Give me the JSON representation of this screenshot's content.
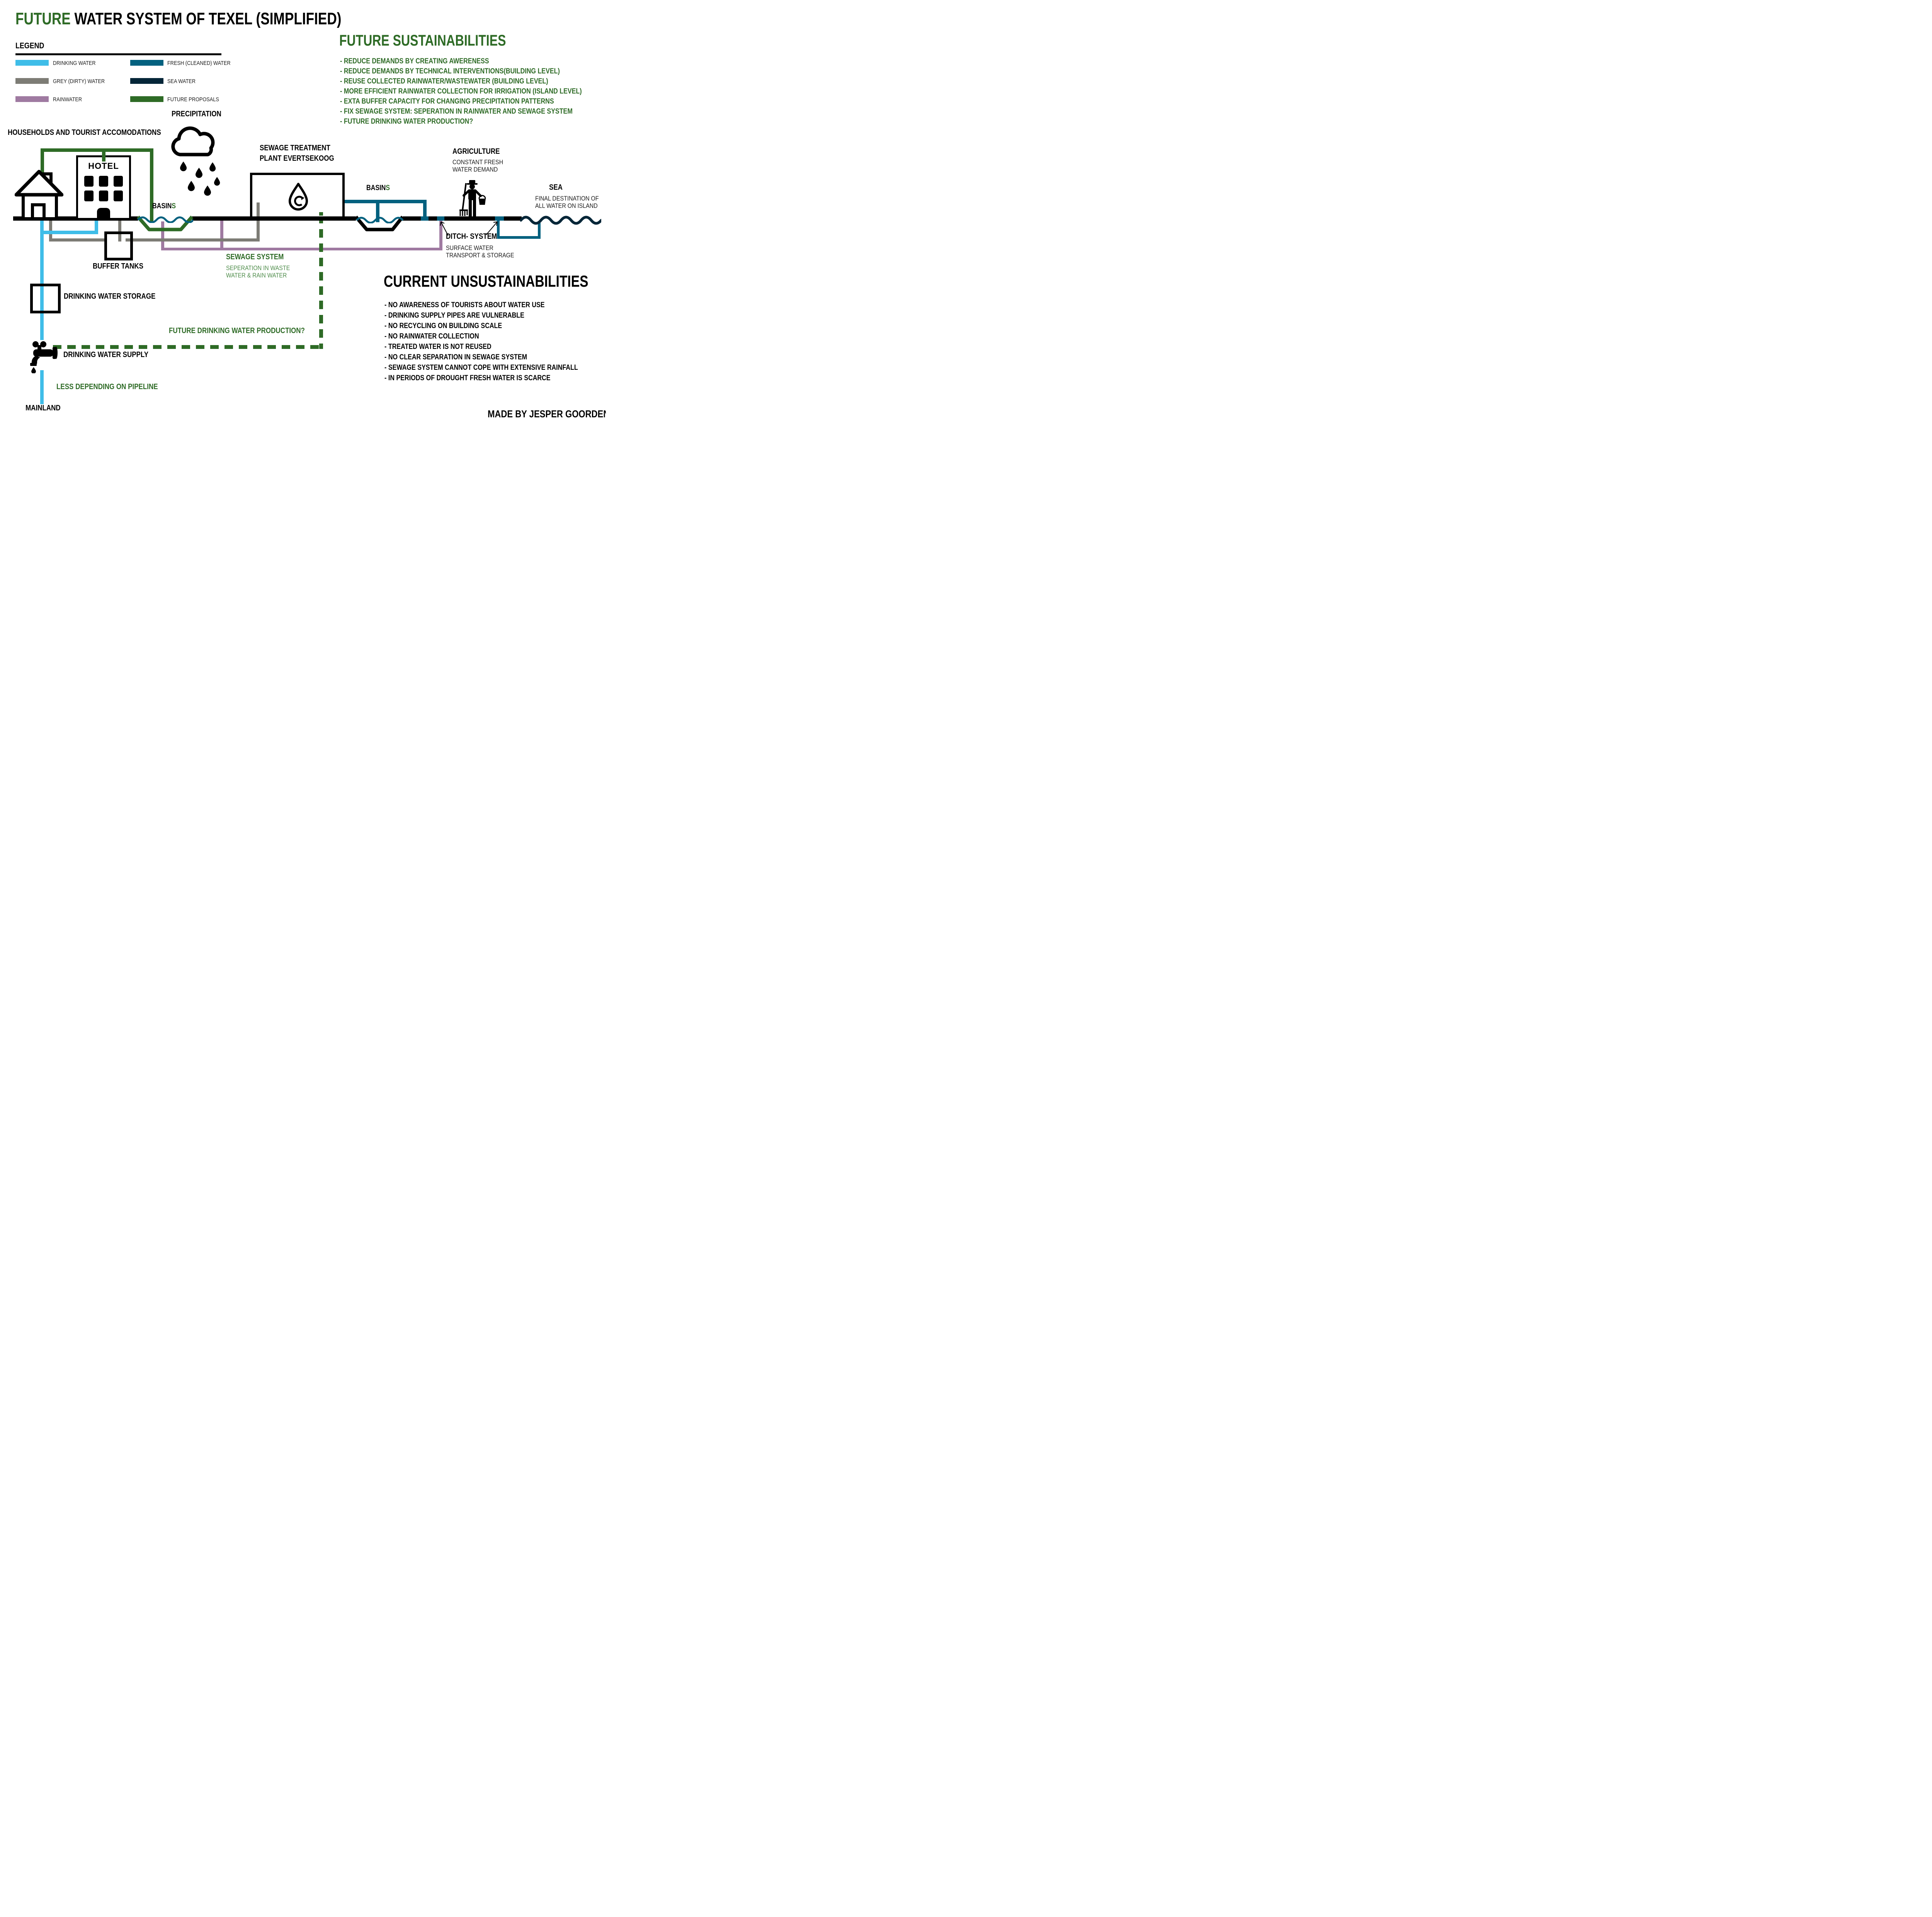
{
  "title": {
    "highlight": "FUTURE",
    "rest": " WATER SYSTEM OF TEXEL (SIMPLIFIED)"
  },
  "legend": {
    "label": "LEGEND",
    "items": [
      {
        "label": "DRINKING WATER",
        "color": "#3FBDE8"
      },
      {
        "label": "GREY (DIRTY) WATER",
        "color": "#7D7C75"
      },
      {
        "label": "RAINWATER",
        "color": "#9F7AA1"
      },
      {
        "label": "FRESH (CLEANED) WATER",
        "color": "#03617F"
      },
      {
        "label": "SEA WATER",
        "color": "#052638"
      },
      {
        "label": "FUTURE PROPOSALS",
        "color": "#2E6B26"
      }
    ]
  },
  "future_sustainabilities": {
    "title": "FUTURE SUSTAINABILITIES",
    "items": [
      "- REDUCE DEMANDS BY CREATING AWERENESS",
      "- REDUCE DEMANDS BY TECHNICAL INTERVENTIONS(BUILDING LEVEL)",
      "- REUSE COLLECTED RAINWATER/WASTEWATER (BUILDING LEVEL)",
      "- MORE EFFICIENT RAINWATER COLLECTION FOR IRRIGATION (ISLAND LEVEL)",
      "- EXTA BUFFER CAPACITY FOR CHANGING PRECIPITATION PATTERNS",
      "- FIX SEWAGE SYSTEM: SEPERATION IN RAINWATER AND SEWAGE SYSTEM",
      "- FUTURE DRINKING WATER PRODUCTION?"
    ]
  },
  "current_unsustainabilities": {
    "title": "CURRENT UNSUSTAINABILITIES",
    "items": [
      "- NO AWARENESS OF TOURISTS ABOUT WATER USE",
      "- DRINKING SUPPLY PIPES ARE VULNERABLE",
      "- NO RECYCLING ON BUILDING SCALE",
      "- NO RAINWATER COLLECTION",
      "- TREATED WATER IS NOT REUSED",
      "- NO CLEAR SEPARATION IN SEWAGE SYSTEM",
      "- SEWAGE SYSTEM CANNOT COPE WITH EXTENSIVE RAINFALL",
      "- IN PERIODS OF DROUGHT FRESH WATER IS SCARCE"
    ]
  },
  "diagram": {
    "households_label": "HOUSEHOLDS AND TOURIST ACCOMODATIONS",
    "precipitation_label": "PRECIPITATION",
    "hotel_sign": "HOTEL",
    "basins_label_black": "BASIN",
    "basins_label_green": "S",
    "sewage_plant_label_line1": "SEWAGE TREATMENT",
    "sewage_plant_label_line2": "PLANT EVERTSEKOOG",
    "agriculture": {
      "title": "AGRICULTURE",
      "subtitle_line1": "CONSTANT FRESH",
      "subtitle_line2": "WATER DEMAND"
    },
    "sea": {
      "title": "SEA",
      "subtitle_line1": "FINAL DESTINATION OF",
      "subtitle_line2": "ALL WATER ON ISLAND"
    },
    "ditch": {
      "title": "DITCH- SYSTEM",
      "subtitle_line1": "SURFACE WATER",
      "subtitle_line2": "TRANSPORT & STORAGE"
    },
    "buffer_tanks_label": "BUFFER TANKS",
    "sewage_system": {
      "title": "SEWAGE SYSTEM",
      "subtitle_line1": "SEPERATION IN WASTE",
      "subtitle_line2": "WATER & RAIN WATER"
    },
    "drinking_water_storage_label": "DRINKING WATER STORAGE",
    "drinking_water_supply_label": "DRINKING WATER SUPPLY",
    "future_drinking_label": "FUTURE DRINKING WATER PRODUCTION?",
    "less_depending_label": "LESS DEPENDING ON PIPELINE",
    "mainland_label": "MAINLAND"
  },
  "credit": "MADE BY JESPER GOORDEN",
  "colors": {
    "drinking": "#3FBDE8",
    "greywater": "#7D7C75",
    "rainwater": "#9F7AA1",
    "fresh": "#03617F",
    "sea": "#052638",
    "proposal": "#2E6B26",
    "greensub": "#4E8C4A"
  }
}
